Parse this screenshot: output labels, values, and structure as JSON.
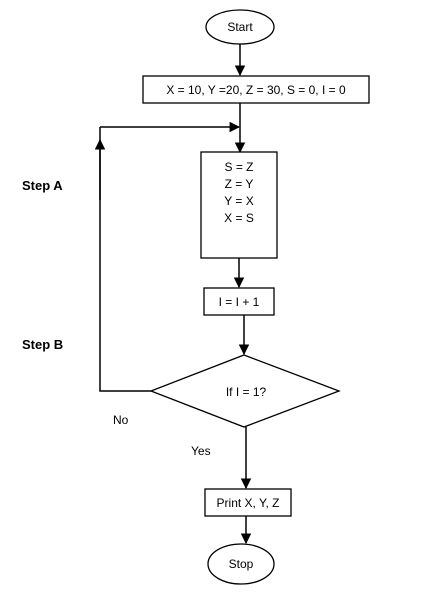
{
  "flowchart": {
    "start": "Start",
    "init": "X = 10, Y =20, Z = 30, S = 0, I = 0",
    "swap_lines": [
      "S = Z",
      "Z = Y",
      "Y = X",
      "X = S"
    ],
    "increment": "I = I + 1",
    "decision": "If I = 1?",
    "print": "Print X, Y, Z",
    "stop": "Stop"
  },
  "labels": {
    "step_a": "Step A",
    "step_b": "Step B",
    "no": "No",
    "yes": "Yes"
  }
}
